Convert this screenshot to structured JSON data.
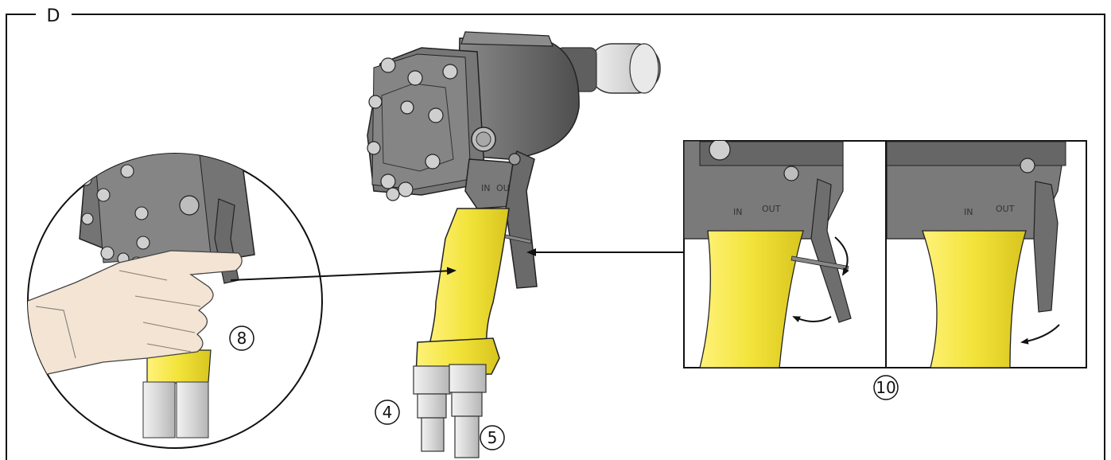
{
  "figure": {
    "frame_label": "D"
  },
  "tool": {
    "port_in_label": "IN",
    "port_out_label": "OUT"
  },
  "callouts": {
    "trigger_hand": "8",
    "hose_in": "4",
    "hose_out": "5",
    "trigger_detail": "10"
  },
  "colors": {
    "handle_yellow": "#f2e33a",
    "body_gray": "#6f6f6f",
    "body_dark": "#505050",
    "steel_light": "#d9d9d9",
    "skin": "#f3e4d3",
    "line": "#111111"
  }
}
